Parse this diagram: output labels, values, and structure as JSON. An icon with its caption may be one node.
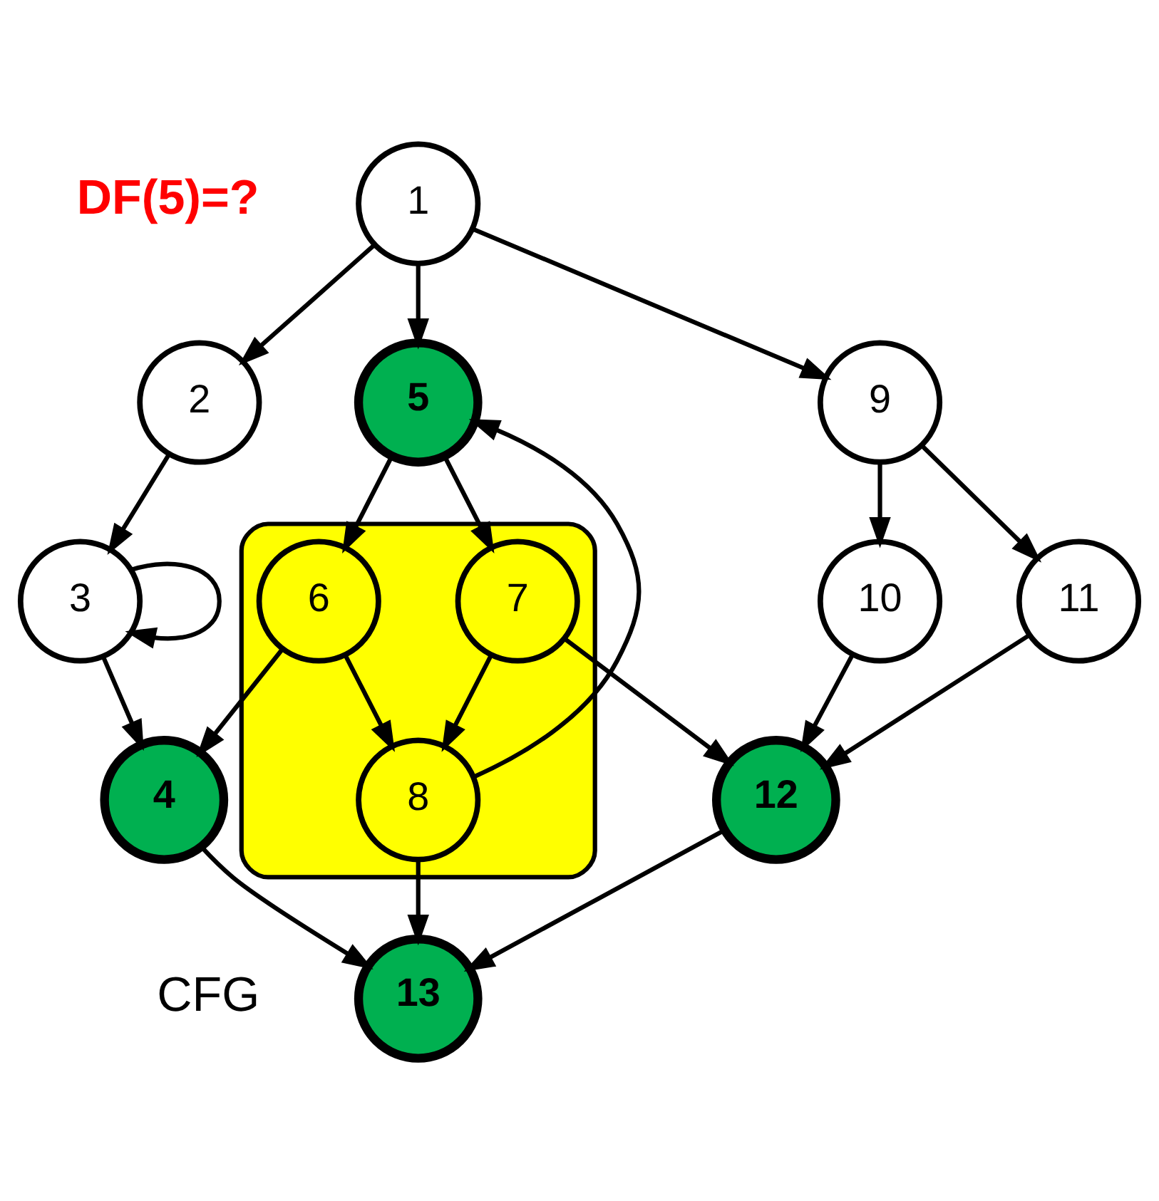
{
  "diagram": {
    "nodes": [
      {
        "text": [
          "1"
        ]
      },
      {
        "text": [
          "2"
        ]
      },
      {
        "text": [
          "5"
        ]
      },
      {
        "text": [
          "9"
        ]
      },
      {
        "text": [],
        "shape": "cloud"
      },
      {
        "text": [
          "6"
        ],
        "in": 4
      },
      {
        "text": [
          "7"
        ],
        "in": 4
      },
      {
        "text": [
          "10"
        ]
      },
      {
        "text": [
          "11"
        ]
      },
      {
        "text": [
          "3"
        ]
      },
      {
        "text": [
          "8"
        ],
        "in": 4
      },
      {
        "text": [
          "12"
        ]
      },
      {
        "text": [
          "4"
        ]
      },
      {
        "text": [
          "13"
        ]
      }
    ],
    "edges": [
      {
        "from": 0,
        "to": 1,
        "arrow": "to"
      },
      {
        "from": 0,
        "to": 2,
        "arrow": "to"
      },
      {
        "from": 0,
        "to": 3,
        "arrow": "to"
      },
      {
        "from": 1,
        "to": 9,
        "arrow": "to"
      },
      {
        "from": 9,
        "to": 9,
        "arrow": "to"
      },
      {
        "from": 9,
        "to": 12,
        "arrow": "to"
      },
      {
        "from": 2,
        "to": 5,
        "arrow": "to"
      },
      {
        "from": 2,
        "to": 6,
        "arrow": "to"
      },
      {
        "from": 5,
        "to": 10,
        "arrow": "to"
      },
      {
        "from": 5,
        "to": 12,
        "arrow": "to"
      },
      {
        "from": 6,
        "to": 10,
        "arrow": "to"
      },
      {
        "from": 6,
        "to": 11,
        "arrow": "to"
      },
      {
        "from": 10,
        "to": 13,
        "arrow": "to"
      },
      {
        "from": 10,
        "to": 2,
        "arrow": "to"
      },
      {
        "from": 3,
        "to": 7,
        "arrow": "to"
      },
      {
        "from": 3,
        "to": 8,
        "arrow": "to"
      },
      {
        "from": 7,
        "to": 11,
        "arrow": "to"
      },
      {
        "from": 8,
        "to": 11,
        "arrow": "to"
      },
      {
        "from": 12,
        "to": 13,
        "arrow": "to"
      },
      {
        "from": 11,
        "to": 13,
        "arrow": "to"
      }
    ],
    "labels": [
      "DF(5)=?",
      "CFG"
    ]
  }
}
